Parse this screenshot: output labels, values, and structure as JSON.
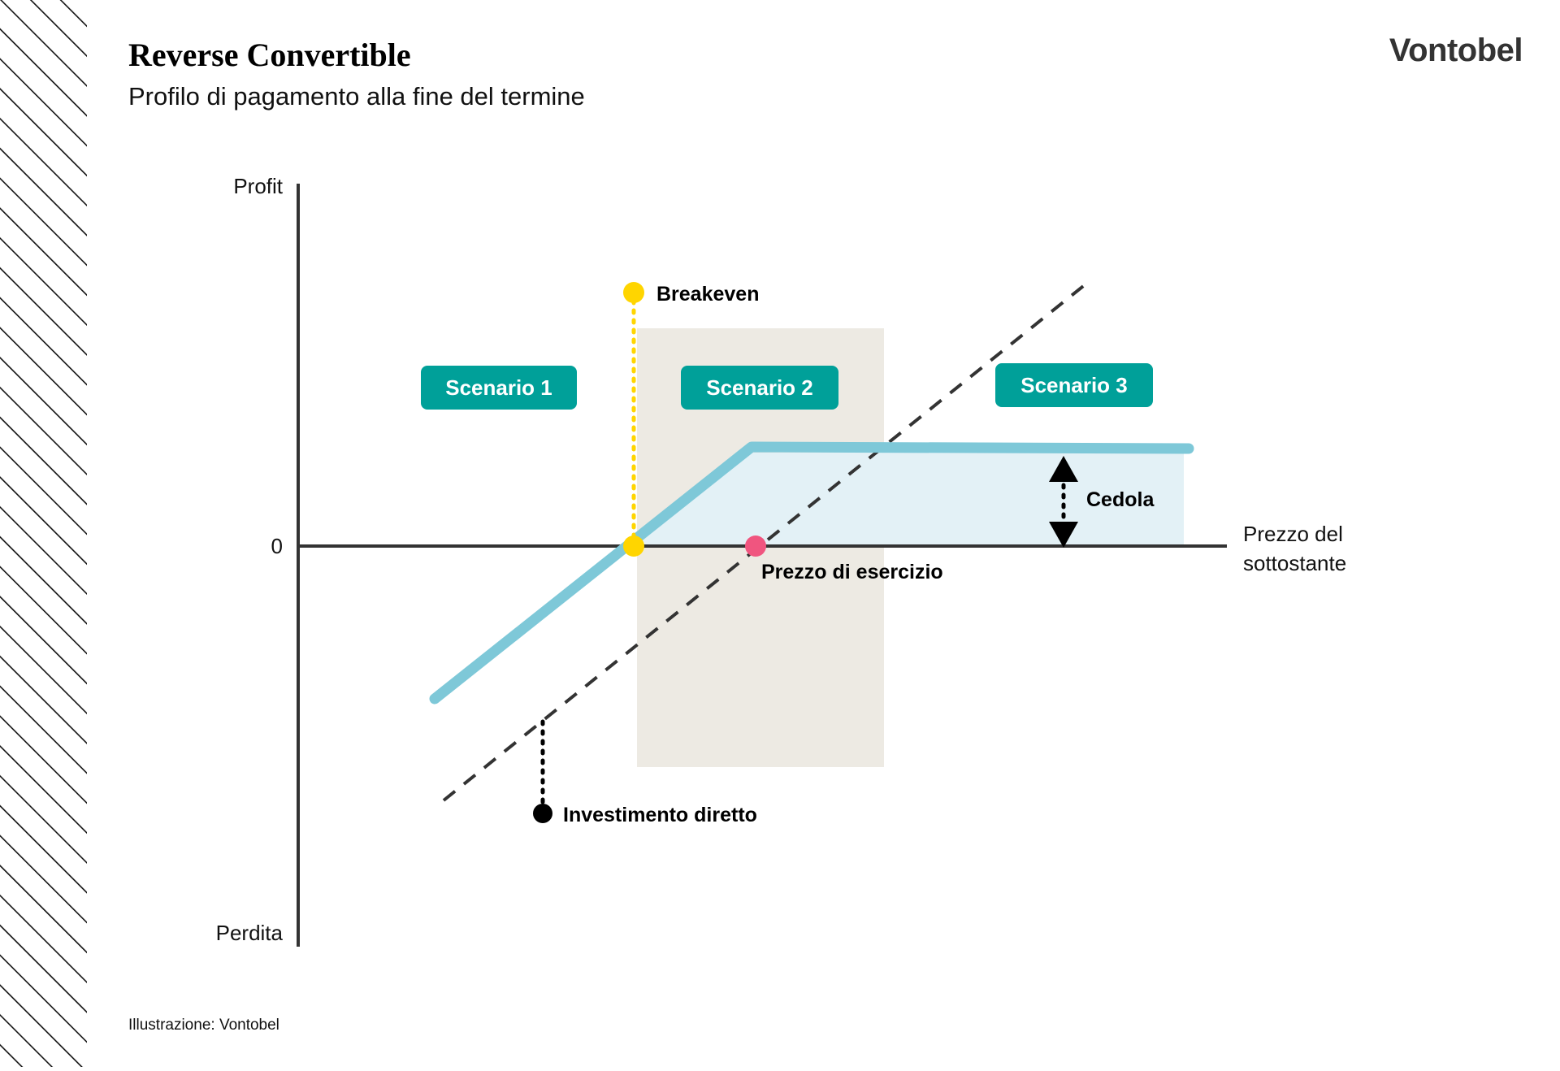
{
  "header": {
    "title": "Reverse Convertible",
    "subtitle": "Profilo di pagamento alla fine del termine",
    "logo": "Vontobel"
  },
  "footer": {
    "source": "Illustrazione: Vontobel"
  },
  "chart_data": {
    "type": "line",
    "title": "Reverse Convertible",
    "subtitle": "Profilo di pagamento alla fine del termine",
    "xlabel": "Prezzo del sottostante",
    "ylabel": "Profit",
    "ylabel_bottom": "Perdita",
    "y_zero_tick": "0",
    "grid": false,
    "legend_position": "none",
    "axis_labels": {
      "y_top": "Profit",
      "y_zero": "0",
      "y_bottom": "Perdita",
      "x_end_line1": "Prezzo del",
      "x_end_line2": "sottostante"
    },
    "series": [
      {
        "name": "Reverse Convertible payoff",
        "color": "#7EC8D8",
        "style": "solid",
        "points": [
          {
            "x": 535,
            "y": 860
          },
          {
            "x": 925,
            "y": 550
          },
          {
            "x": 1463,
            "y": 552
          }
        ]
      },
      {
        "name": "Investimento diretto",
        "color": "#333333",
        "style": "dashed",
        "points": [
          {
            "x": 546,
            "y": 985
          },
          {
            "x": 1342,
            "y": 345
          }
        ]
      }
    ],
    "markers": [
      {
        "name": "Breakeven",
        "label": "Breakeven",
        "color": "#FFD500",
        "x": 780,
        "y": 672
      },
      {
        "name": "Prezzo di esercizio",
        "label": "Prezzo di esercizio",
        "color": "#F0557F",
        "x": 930,
        "y": 672
      },
      {
        "name": "Investimento diretto",
        "label": "Investimento diretto",
        "color": "#000000",
        "x": 668,
        "y": 1000
      }
    ],
    "regions": [
      {
        "name": "Scenario 2 band",
        "color": "#EDEAE3",
        "x0": 784,
        "x1": 1088,
        "y0": 404,
        "y1": 944
      },
      {
        "name": "Cedola fill",
        "color": "#E3F1F6",
        "x0": 780,
        "x1": 1457,
        "y0": 552,
        "y1": 672
      }
    ],
    "annotations": [
      {
        "name": "Scenario 1",
        "label": "Scenario 1",
        "x": 518,
        "y": 450
      },
      {
        "name": "Scenario 2",
        "label": "Scenario 2",
        "x": 838,
        "y": 450
      },
      {
        "name": "Scenario 3",
        "label": "Scenario 3",
        "x": 1230,
        "y": 448
      },
      {
        "name": "Cedola",
        "label": "Cedola",
        "x": 1335,
        "y": 610
      }
    ]
  },
  "labels": {
    "profit": "Profit",
    "zero": "0",
    "perdita": "Perdita",
    "prezzo_del": "Prezzo del",
    "sottostante": "sottostante",
    "breakeven": "Breakeven",
    "prezzo_esercizio": "Prezzo di esercizio",
    "investimento_diretto": "Investimento diretto",
    "cedola": "Cedola",
    "scenario1": "Scenario 1",
    "scenario2": "Scenario 2",
    "scenario3": "Scenario 3"
  },
  "colors": {
    "teal_badge": "#00A099",
    "payoff_line": "#7EC8D8",
    "payoff_fill": "#E3F1F6",
    "scenario_band": "#EDEAE3",
    "breakeven_dot": "#FFD500",
    "strike_dot": "#F0557F",
    "axis": "#333333",
    "logo": "#333333"
  },
  "icons": {
    "hatch": "diagonal-hatch-pattern",
    "arrow_up": "arrow-up-icon",
    "arrow_down": "arrow-down-icon"
  }
}
